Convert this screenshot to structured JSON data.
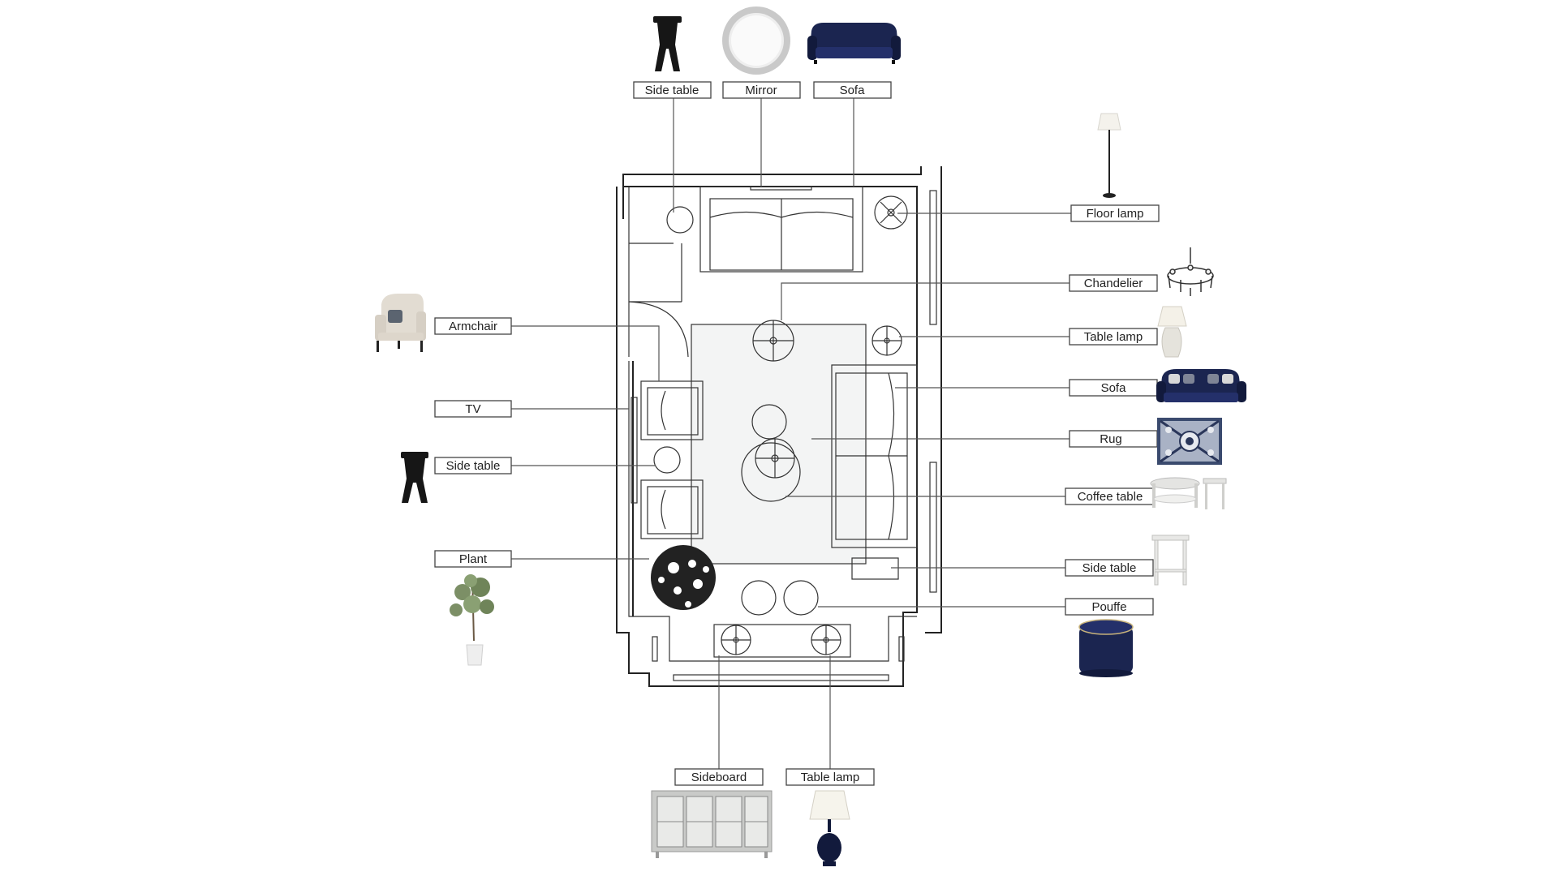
{
  "labels": {
    "side_table_top": "Side table",
    "mirror": "Mirror",
    "sofa_top": "Sofa",
    "floor_lamp": "Floor lamp",
    "chandelier": "Chandelier",
    "table_lamp_right": "Table lamp",
    "sofa_right": "Sofa",
    "rug": "Rug",
    "coffee_table": "Coffee table",
    "side_table_right": "Side table",
    "pouffe": "Pouffe",
    "armchair": "Armchair",
    "tv": "TV",
    "side_table_left": "Side table",
    "plant": "Plant",
    "sideboard": "Sideboard",
    "table_lamp_bottom": "Table lamp"
  },
  "colors": {
    "navy": "#1b2550",
    "navy_dark": "#121a3c",
    "line": "#333333",
    "rug_fill": "#f3f4f4"
  }
}
